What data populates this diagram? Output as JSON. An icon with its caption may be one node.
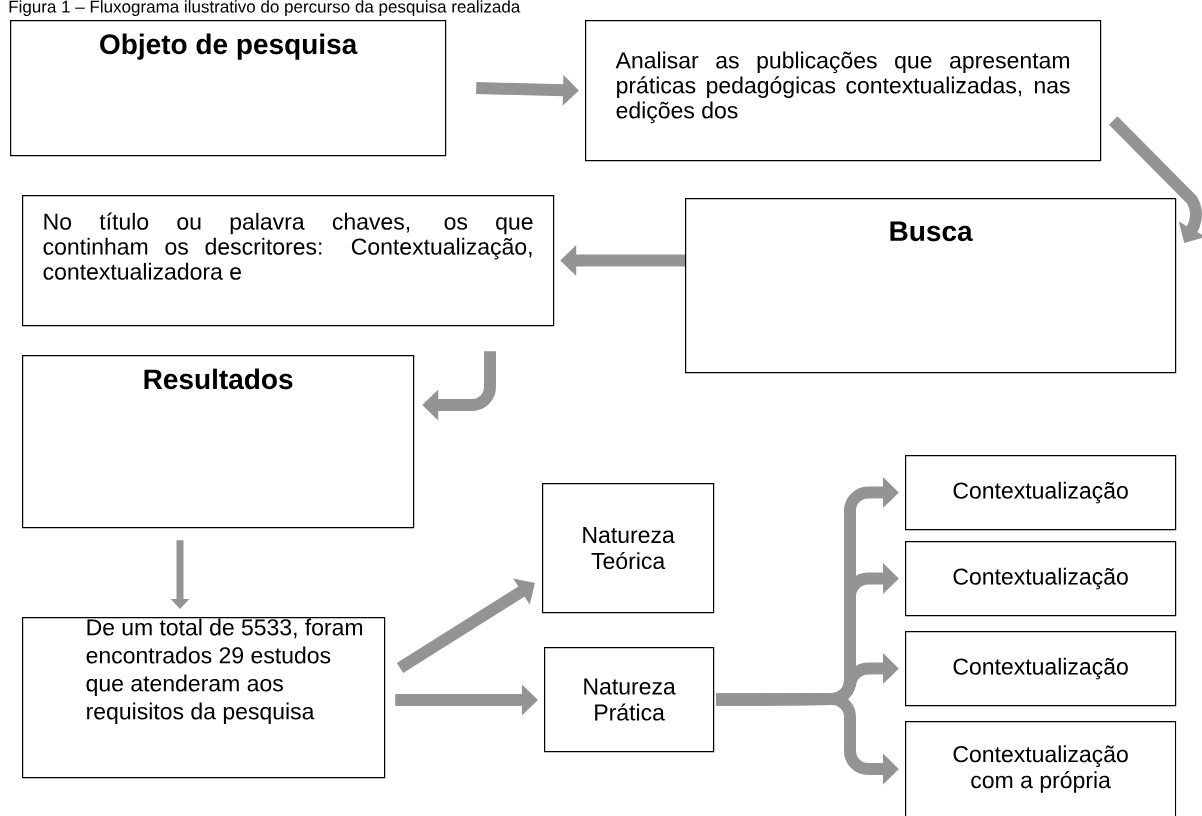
{
  "diagram": {
    "title": "Figura 1 – Fluxograma ilustrativo do percurso da pesquisa realizada",
    "nodes": [
      {
        "text": [
          "Objeto de pesquisa"
        ]
      },
      {
        "text": [
          "Analisar as publicações que apresentam práticas pedagógicas contextualizadas, nas edições dos"
        ]
      },
      {
        "text": [
          "Busca"
        ]
      },
      {
        "text": [
          "No título ou palavra chaves, os que continham os descritores: Contextualização, contextualizadora e"
        ]
      },
      {
        "text": [
          "Resultados"
        ]
      },
      {
        "text": [
          "De um total de 5533, foram encontrados 29 estudos que atenderam aos requisitos da pesquisa"
        ]
      },
      {
        "text": [
          "Natureza Teórica"
        ]
      },
      {
        "text": [
          "Natureza Prática"
        ]
      },
      {
        "text": [
          "Contextualização"
        ]
      },
      {
        "text": [
          "Contextualização"
        ]
      },
      {
        "text": [
          "Contextualização"
        ]
      },
      {
        "text": [
          "Contextualização com a própria"
        ]
      }
    ],
    "edges": [
      {
        "from": 0,
        "to": 1,
        "arrow": "to"
      },
      {
        "from": 1,
        "to": 2,
        "arrow": "to"
      },
      {
        "from": 2,
        "to": 3,
        "arrow": "to"
      },
      {
        "from": 3,
        "to": 4,
        "arrow": "to"
      },
      {
        "from": 4,
        "to": 5,
        "arrow": "to"
      },
      {
        "from": 5,
        "to": 6,
        "arrow": "to"
      },
      {
        "from": 5,
        "to": 7,
        "arrow": "to"
      },
      {
        "from": 7,
        "to": 8,
        "arrow": "to"
      },
      {
        "from": 7,
        "to": 9,
        "arrow": "to"
      },
      {
        "from": 7,
        "to": 10,
        "arrow": "to"
      },
      {
        "from": 7,
        "to": 11,
        "arrow": "to"
      }
    ]
  }
}
